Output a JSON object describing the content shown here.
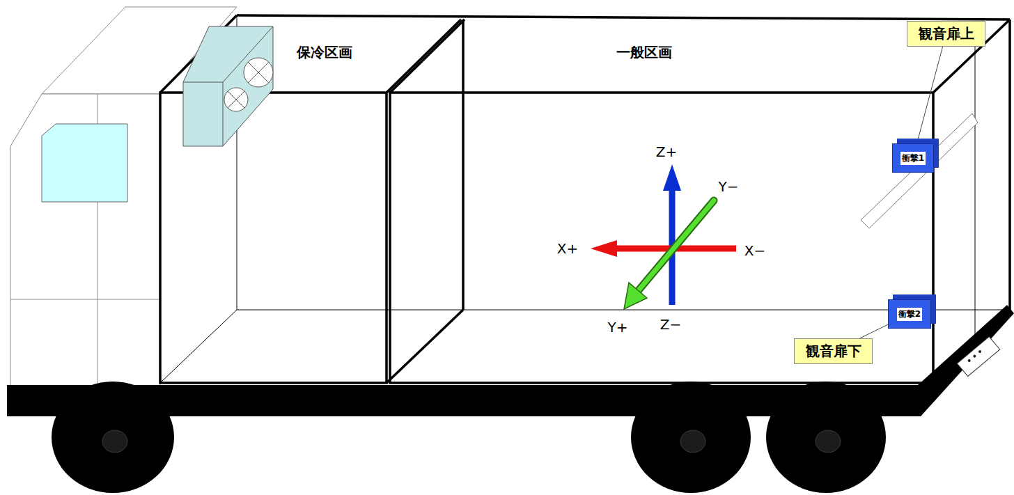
{
  "diagram": {
    "nodes": [
      {
        "text": [
          "観音扉上"
        ]
      },
      {
        "text": [
          "衝撃1"
        ]
      },
      {
        "text": [
          "衝撃2"
        ]
      },
      {
        "text": [
          "観音扉下"
        ]
      }
    ],
    "edges": [
      {
        "from": 0,
        "to": 1,
        "arrow": "none"
      },
      {
        "from": 3,
        "to": 2,
        "arrow": "none"
      }
    ],
    "labels": [
      "保冷区画",
      "一般区画",
      "Z+",
      "Y−",
      "X+",
      "X−",
      "Y+",
      "Z−"
    ]
  }
}
